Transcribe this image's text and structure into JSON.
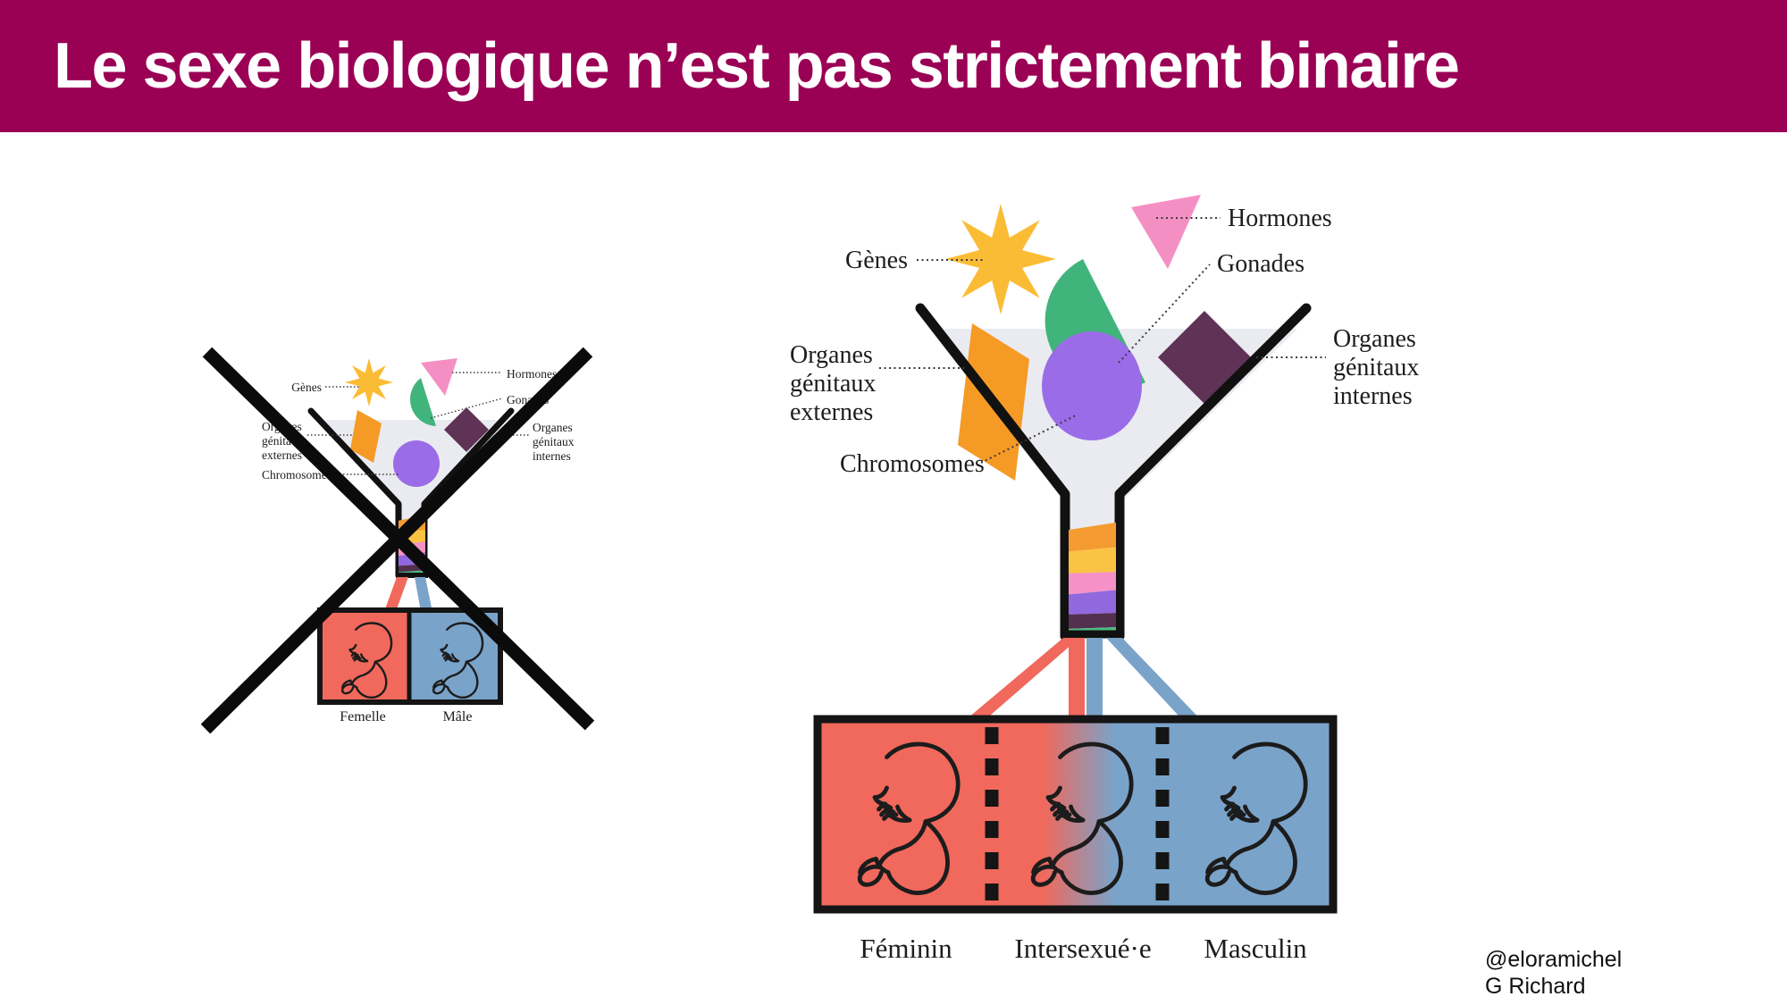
{
  "slide": {
    "title": "Le sexe biologique n’est pas strictement binaire"
  },
  "funnel_labels": {
    "genes": "Gènes",
    "hormones": "Hormones",
    "gonades": "Gonades",
    "organes_externes": [
      "Organes",
      "génitaux",
      "externes"
    ],
    "organes_internes": [
      "Organes",
      "génitaux",
      "internes"
    ],
    "chromosomes": "Chromosomes"
  },
  "crossed_out_diagram": {
    "meaning": "binary model rejected",
    "outcomes": [
      "Femelle",
      "Mâle"
    ]
  },
  "main_diagram": {
    "meaning": "non-binary spectrum model",
    "outcomes": [
      "Féminin",
      "Intersexué·e",
      "Masculin"
    ]
  },
  "credits": [
    "@eloramichel",
    "G Richard"
  ],
  "colors": {
    "header_bg": "#9A0155",
    "genes_star": "#FBBC35",
    "hormones_triangle": "#F48FC4",
    "gonades_half": "#41B47B",
    "organes_externes_shape": "#F59A25",
    "organes_internes_shape": "#5E3355",
    "chromosomes_circle": "#9B6CE8",
    "funnel_fill": "#EAEBF1",
    "female_red": "#F0695C",
    "male_blue": "#7AA3C9",
    "ink": "#151515"
  }
}
